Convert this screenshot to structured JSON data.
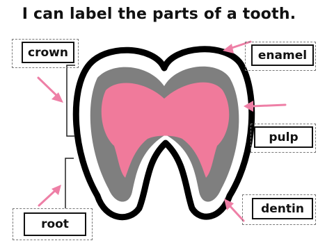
{
  "title": "I can label the parts of a tooth.",
  "labels": {
    "crown": "crown",
    "enamel": "enamel",
    "pulp": "pulp",
    "dentin": "dentin",
    "root": "root"
  },
  "colors": {
    "enamel": "#ffffff",
    "outline": "#000000",
    "dentin": "#7f7f7f",
    "pulp": "#f07a9b",
    "arrow": "#ee7fa6"
  }
}
